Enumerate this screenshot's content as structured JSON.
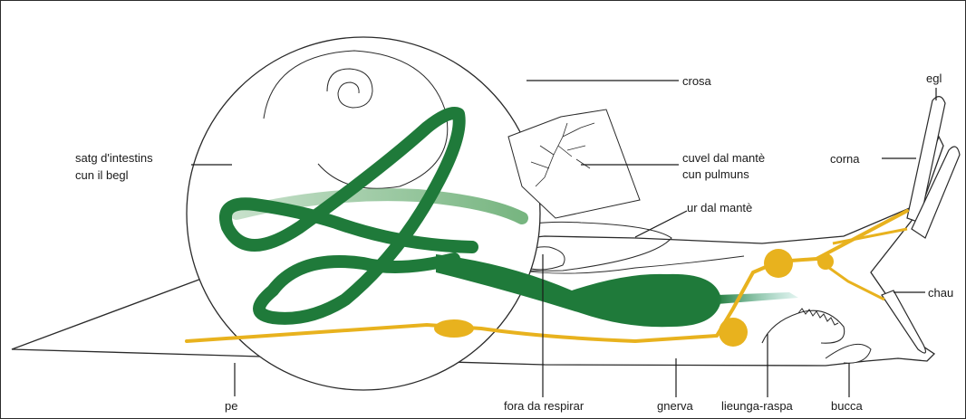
{
  "labels": {
    "crosa": "crosa",
    "egl": "egl",
    "satg_line1": "satg d'intestins",
    "satg_line2": "cun il begl",
    "cuvel_line1": "cuvel dal mantè",
    "cuvel_line2": "cun pulmuns",
    "corna": "corna",
    "ur": "ur dal mantè",
    "chau": "chau",
    "pe": "pe",
    "fora": "fora da respirar",
    "gnerva": "gnerva",
    "lieunga": "lieunga-raspa",
    "bucca": "bucca"
  },
  "colors": {
    "intestine": "#1f7a3a",
    "intestine_light": "#5fa86a",
    "nerve": "#e8b21e",
    "outline": "#2a2a2a"
  }
}
